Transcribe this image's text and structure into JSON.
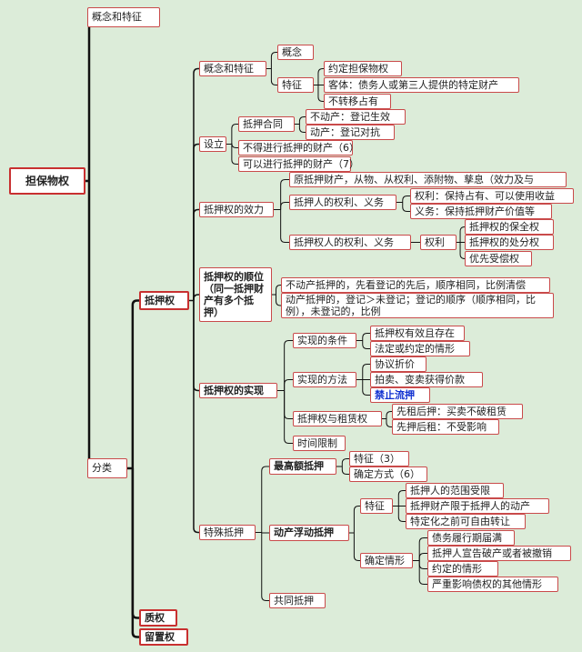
{
  "root": "担保物权",
  "n": {
    "concept_top": "概念和特征",
    "classify": "分类",
    "mortgage": "抵押权",
    "pledge": "质权",
    "lien": "留置权",
    "m_concept": "概念和特征",
    "m_concept_def": "概念",
    "m_concept_feat": "特征",
    "feat1": "约定担保物权",
    "feat2": "客体：债务人或第三人提供的特定财产",
    "feat3": "不转移占有",
    "establish": "设立",
    "contract": "抵押合同",
    "immovable": "不动产：登记生效",
    "movable": "动产：登记对抗",
    "cannot": "不得进行抵押的财产（6）",
    "can": "可以进行抵押的财产（7）",
    "effect": "抵押权的效力",
    "orig_prop": "原抵押财产，从物、从权利、添附物、孳息（效力及与",
    "mortgagor": "抵押人的权利、义务",
    "right": "权利：保持占有、可以使用收益",
    "duty": "义务：保持抵押财产价值等",
    "mortgagee": "抵押权人的权利、义务",
    "rights": "权利",
    "preserve": "抵押权的保全权",
    "dispose": "抵押权的处分权",
    "priority": "优先受偿权",
    "order": "抵押权的顺位　（同一抵押财产有多个抵押）",
    "order1": "不动产抵押的，先看登记的先后，顺序相同，比例清偿",
    "order2": "动产抵押的，登记＞未登记；登记的顺序（顺序相同，比例），未登记的，比例",
    "realize": "抵押权的实现",
    "conditions": "实现的条件",
    "cond1": "抵押权有效且存在",
    "cond2": "法定或约定的情形",
    "methods": "实现的方法",
    "meth1": "协议折价",
    "meth2": "拍卖、变卖获得价款",
    "meth3": "禁止流押",
    "lease": "抵押权与租赁权",
    "lease1": "先租后押：买卖不破租赁",
    "lease2": "先押后租：不受影响",
    "time": "时间限制",
    "special": "特殊抵押",
    "maxamt": "最高额抵押",
    "max_feat": "特征（3）",
    "max_way": "确定方式（6）",
    "floating": "动产浮动抵押",
    "fl_feat": "特征",
    "ff1": "抵押人的范围受限",
    "ff2": "抵押财产限于抵押人的动产",
    "ff3": "特定化之前可自由转让",
    "fl_case": "确定情形",
    "fc1": "债务履行期届满",
    "fc2": "抵押人宣告破产或者被撤销",
    "fc3": "约定的情形",
    "fc4": "严重影响债权的其他情形",
    "joint": "共同抵押"
  }
}
